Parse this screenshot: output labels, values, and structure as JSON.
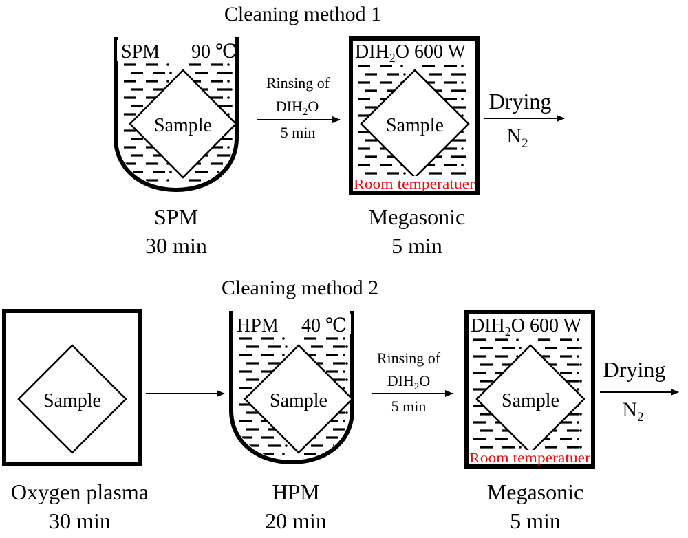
{
  "method1": {
    "title": "Cleaning method 1",
    "spm": {
      "chem": "SPM",
      "temp": "90 ℃",
      "sample": "Sample",
      "label": "SPM",
      "time": "30 min"
    },
    "rinse": {
      "line1": "Rinsing of",
      "line2_main": "DIH",
      "line2_sub": "2",
      "line2_tail": "O",
      "line3": "5 min"
    },
    "mega": {
      "chem_main": "DIH",
      "chem_sub": "2",
      "chem_tail": "O 600 W",
      "sample": "Sample",
      "room": "Room temperatuer",
      "label": "Megasonic",
      "time": "5 min"
    },
    "drying": {
      "label": "Drying",
      "gas_main": "N",
      "gas_sub": "2"
    }
  },
  "method2": {
    "title": "Cleaning method 2",
    "plasma": {
      "sample": "Sample",
      "label": "Oxygen plasma",
      "time": "30 min"
    },
    "hpm": {
      "chem": "HPM",
      "temp": "40 ℃",
      "sample": "Sample",
      "label": "HPM",
      "time": "20 min"
    },
    "rinse": {
      "line1": "Rinsing of",
      "line2_main": "DIH",
      "line2_sub": "2",
      "line2_tail": "O",
      "line3": "5 min"
    },
    "mega": {
      "chem_main": "DIH",
      "chem_sub": "2",
      "chem_tail": "O 600 W",
      "sample": "Sample",
      "room": "Room temperatuer",
      "label": "Megasonic",
      "time": "5 min"
    },
    "drying": {
      "label": "Drying",
      "gas_main": "N",
      "gas_sub": "2"
    }
  },
  "colors": {
    "ink": "#000000",
    "annotation": "#e01010",
    "background": "#ffffff"
  }
}
